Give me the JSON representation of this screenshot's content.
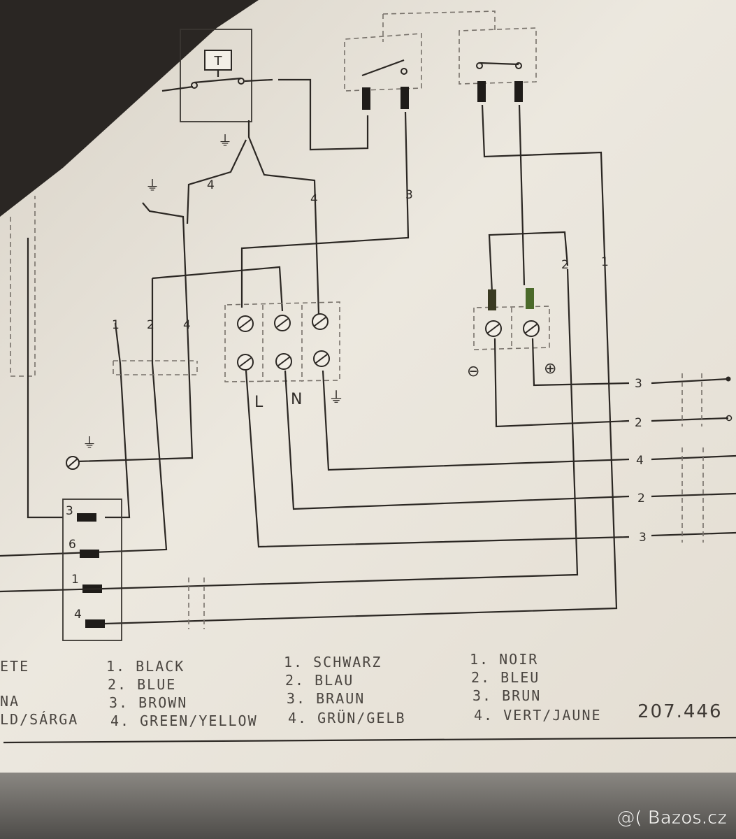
{
  "diagram": {
    "thermostat_label": "T",
    "wire_numbers": {
      "switch_feed_left": "4",
      "switch_feed_mid": "4",
      "switch_feed_right": "3",
      "right_loop_a": "2",
      "right_loop_b": "1",
      "left_branch_a": "1",
      "left_branch_b": "2",
      "left_branch_c": "4"
    },
    "terminal_labels": {
      "live": "L",
      "neutral": "N",
      "earth": "⏚"
    },
    "polarity": {
      "minus": "⊖",
      "plus": "⊕"
    },
    "output_wires": [
      "3",
      "2",
      "4",
      "2",
      "3"
    ],
    "connector_pins": [
      "3",
      "6",
      "1",
      "4"
    ],
    "earth_symbol": "⏚"
  },
  "legend": {
    "col0": [
      "ETE",
      "NA",
      "LD/SÁRGA"
    ],
    "english": [
      "1. BLACK",
      "2. BLUE",
      "3. BROWN",
      "4. GREEN/YELLOW"
    ],
    "german": [
      "1. SCHWARZ",
      "2. BLAU",
      "3. BRAUN",
      "4. GRÜN/GELB"
    ],
    "french": [
      "1. NOIR",
      "2. BLEU",
      "3. BRUN",
      "4. VERT/JAUNE"
    ],
    "part_number": "207.446"
  },
  "watermark": "@( Bazos.cz",
  "colors": {
    "paper": "#e8e3d9",
    "ink": "#2b2723",
    "shadow": "#2a2623",
    "metal": "#6b6965"
  }
}
